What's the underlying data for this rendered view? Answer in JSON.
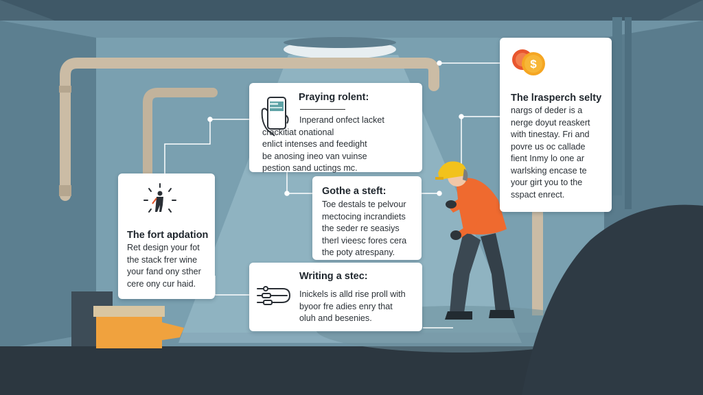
{
  "colors": {
    "wall": "#6f93a4",
    "floor": "#2c3740",
    "pipe": "#cbbca5",
    "worker_vest": "#ef6a2f",
    "helmet": "#f2c21c",
    "crate": "#f0a23e"
  },
  "cards": {
    "praying": {
      "title": "Praying rolent:",
      "body": "Inperand onfect lacket\ncrackitiat onational\nenlict intenses and feedight\nbe anosing ineo van vuinse\npestion sand uctings mc.",
      "icon": "phone-in-hand-icon"
    },
    "fort": {
      "title": "The fort apdation",
      "body": "Ret design your fot\nthe stack frer wine\nyour fand ony sther\ncere ony cur haid.",
      "icon": "person-in-dial-icon"
    },
    "gothe": {
      "title": "Gothe a steft:",
      "body": "Toe destals te pelvour\nmectocing incrandiets\nthe seder re seasiys\ntherl vieesc fores cera\nthe poty atrespany.",
      "icon": ""
    },
    "writing": {
      "title": "Writing a stec:",
      "body": "Inickels is alld rise proll with\nbyoor fre adies enry that\noluh and besenies.",
      "icon": "cables-icon"
    },
    "lasperch": {
      "title": "The lrasperch selty",
      "body": "nargs of deder is a\nnerge doyut reaskert\nwith tinestay. Fri and\npovre us oc callade\nfient Inmy lo one ar\nwarlsking encase te\nyour girt you to the\nsspact enrect.",
      "icon": "coin-dollar-icon"
    }
  }
}
